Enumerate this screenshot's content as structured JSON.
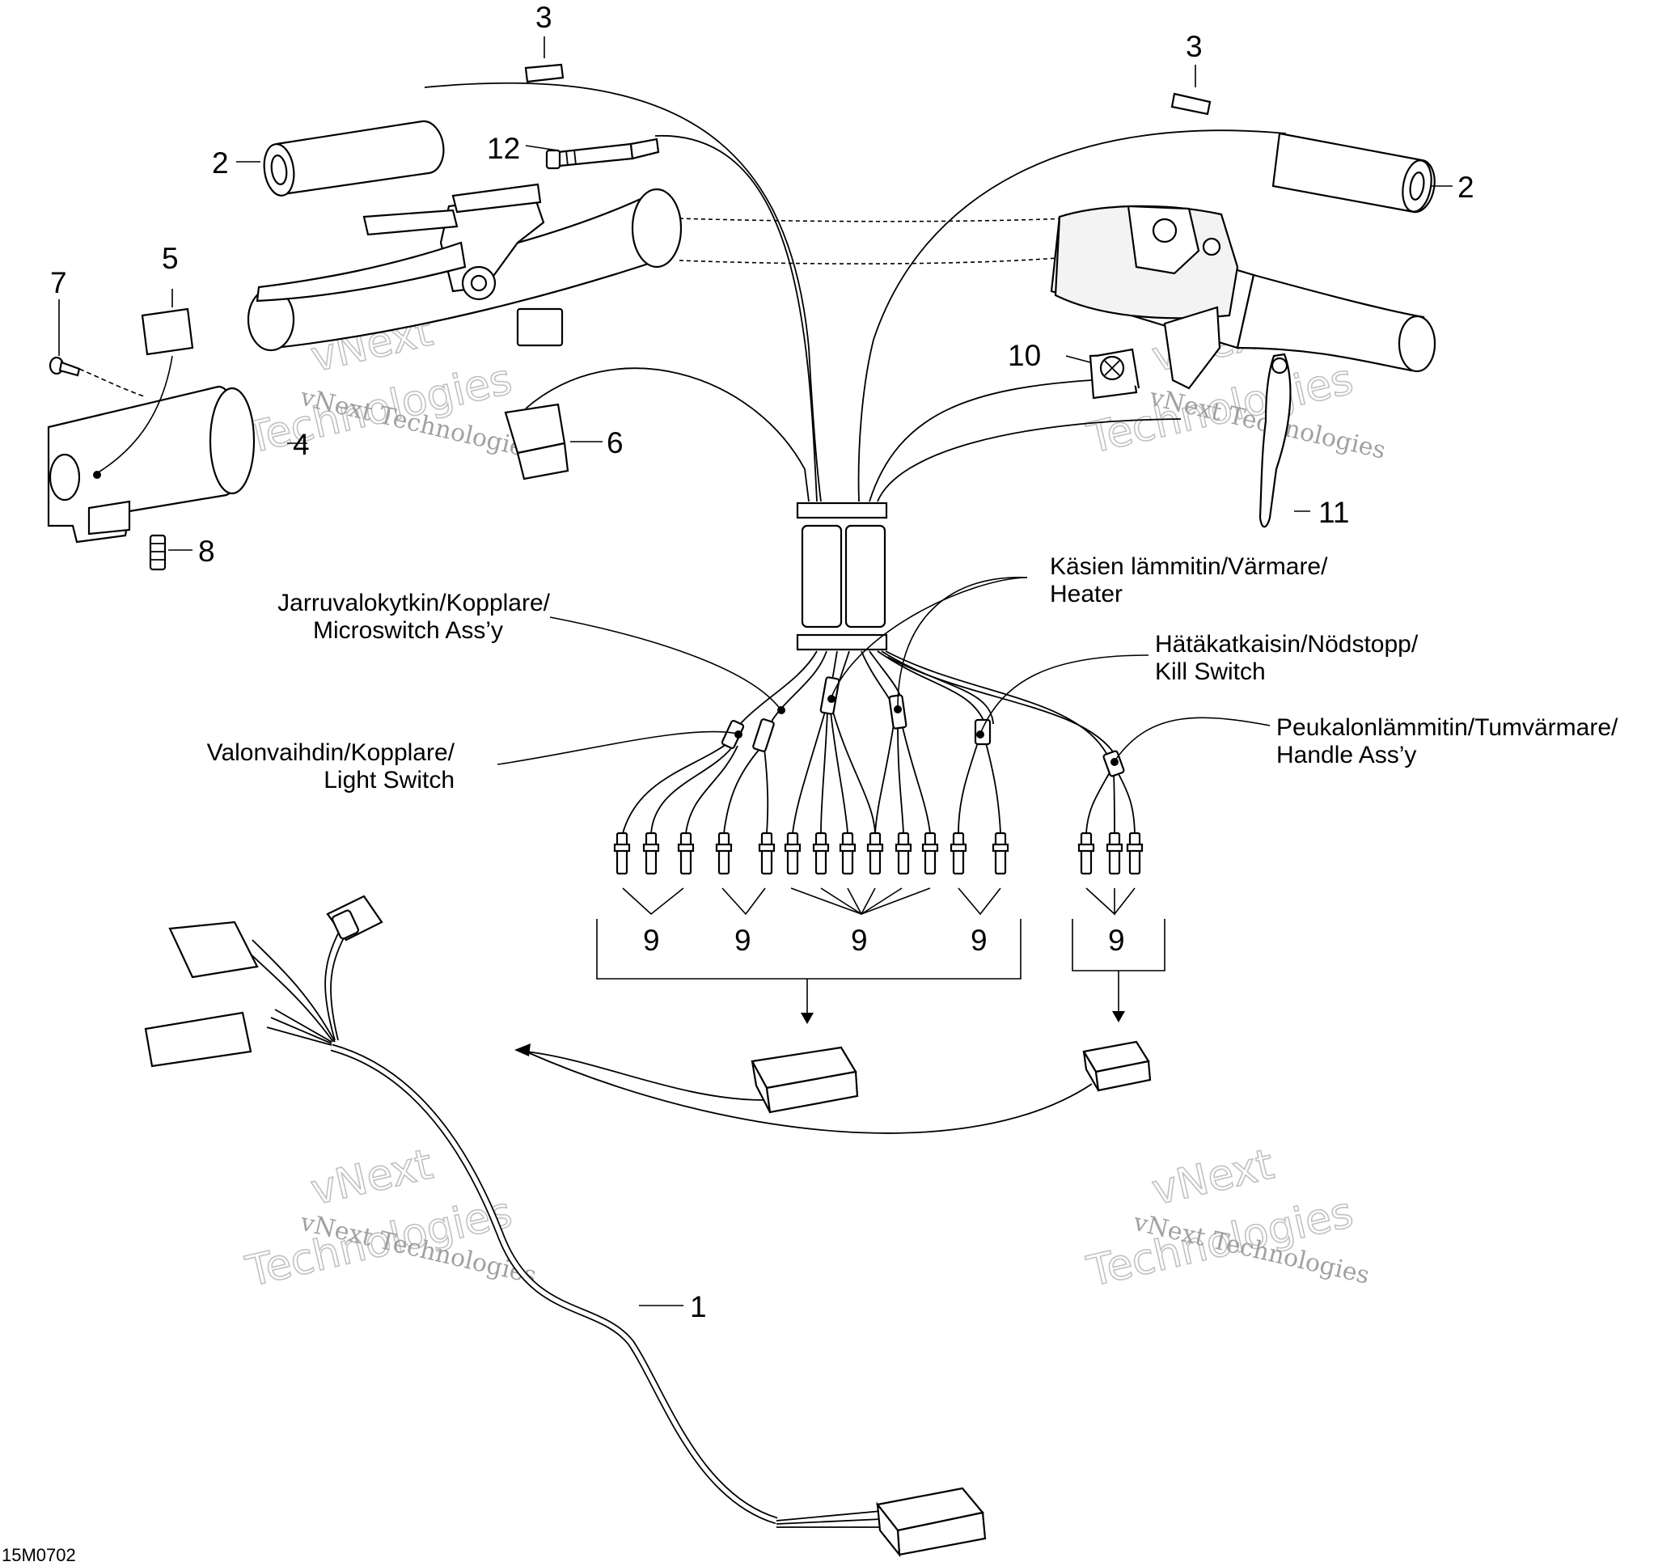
{
  "callouts": {
    "p1": "1",
    "p2a": "2",
    "p2b": "2",
    "p3a": "3",
    "p3b": "3",
    "p4": "4",
    "p5": "5",
    "p6": "6",
    "p7": "7",
    "p8": "8",
    "p9a": "9",
    "p9b": "9",
    "p9c": "9",
    "p9d": "9",
    "p9e": "9",
    "p10": "10",
    "p11": "11",
    "p12": "12"
  },
  "labels": {
    "heater": {
      "line1": "Käsien lämmitin/Värmare/",
      "line2": "Heater"
    },
    "brake": {
      "line1": "Jarruvalokytkin/Kopplare/",
      "line2": "Microswitch Ass’y"
    },
    "kill": {
      "line1": "Hätäkatkaisin/Nödstopp/",
      "line2": "Kill Switch"
    },
    "light": {
      "line1": "Valonvaihdin/Kopplare/",
      "line2": "Light Switch"
    },
    "thumb": {
      "line1": "Peukalonlämmitin/Tumvärmare/",
      "line2": "Handle Ass’y"
    }
  },
  "watermark": {
    "line1": "vNext Technologies",
    "line2": "vNext",
    "line3": "Technologies"
  },
  "diagram_code": "15M0702"
}
